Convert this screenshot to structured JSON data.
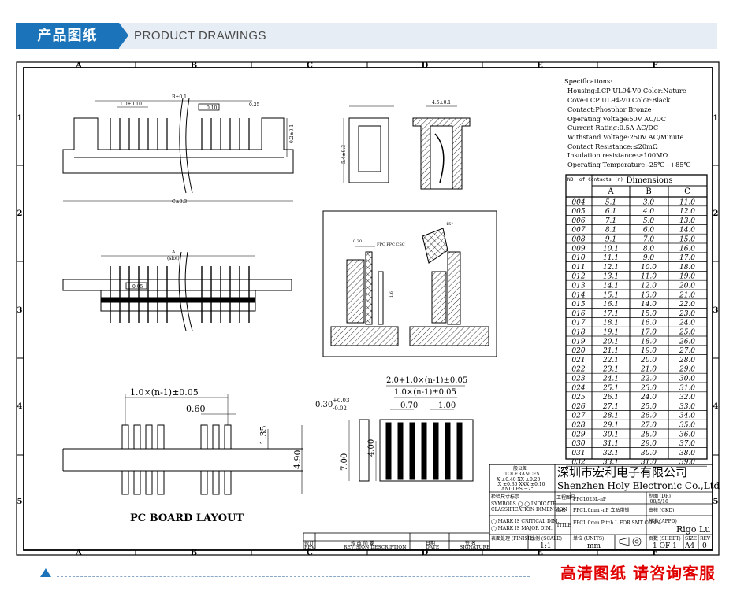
{
  "header": {
    "tag": "产品图纸",
    "title": "PRODUCT DRAWINGS"
  },
  "grid": {
    "cols": [
      "A",
      "B",
      "C",
      "D",
      "E",
      "F"
    ],
    "rows": [
      "1",
      "2",
      "3",
      "4",
      "5"
    ]
  },
  "specs": {
    "heading": "Specifications:",
    "lines": [
      "Housing:LCP UL94-V0 Color:Nature",
      "Cove:LCP UL94-V0 Color:Black",
      "Contact:Phosphor Bronze",
      "Operating Voltage:50V AC/DC",
      "Current Rating:0.5A AC/DC",
      "Withstand Voltage:250V AC/Minute",
      "Contact Resistance:≤20mΩ",
      "Insulation resistance:≥100MΩ",
      "Operating Temperature:-25℃~+85℃"
    ]
  },
  "table": {
    "col_no": "NO. of Contacts (n)",
    "dims_header": "Dimensions",
    "col_a": "A",
    "col_b": "B",
    "col_c": "C",
    "rows": [
      [
        "004",
        "5.1",
        "3.0",
        "11.0"
      ],
      [
        "005",
        "6.1",
        "4.0",
        "12.0"
      ],
      [
        "006",
        "7.1",
        "5.0",
        "13.0"
      ],
      [
        "007",
        "8.1",
        "6.0",
        "14.0"
      ],
      [
        "008",
        "9.1",
        "7.0",
        "15.0"
      ],
      [
        "009",
        "10.1",
        "8.0",
        "16.0"
      ],
      [
        "010",
        "11.1",
        "9.0",
        "17.0"
      ],
      [
        "011",
        "12.1",
        "10.0",
        "18.0"
      ],
      [
        "012",
        "13.1",
        "11.0",
        "19.0"
      ],
      [
        "013",
        "14.1",
        "12.0",
        "20.0"
      ],
      [
        "014",
        "15.1",
        "13.0",
        "21.0"
      ],
      [
        "015",
        "16.1",
        "14.0",
        "22.0"
      ],
      [
        "016",
        "17.1",
        "15.0",
        "23.0"
      ],
      [
        "017",
        "18.1",
        "16.0",
        "24.0"
      ],
      [
        "018",
        "19.1",
        "17.0",
        "25.0"
      ],
      [
        "019",
        "20.1",
        "18.0",
        "26.0"
      ],
      [
        "020",
        "21.1",
        "19.0",
        "27.0"
      ],
      [
        "021",
        "22.1",
        "20.0",
        "28.0"
      ],
      [
        "022",
        "23.1",
        "21.0",
        "29.0"
      ],
      [
        "023",
        "24.1",
        "22.0",
        "30.0"
      ],
      [
        "024",
        "25.1",
        "23.0",
        "31.0"
      ],
      [
        "025",
        "26.1",
        "24.0",
        "32.0"
      ],
      [
        "026",
        "27.1",
        "25.0",
        "33.0"
      ],
      [
        "027",
        "28.1",
        "26.0",
        "34.0"
      ],
      [
        "028",
        "29.1",
        "27.0",
        "35.0"
      ],
      [
        "029",
        "30.1",
        "28.0",
        "36.0"
      ],
      [
        "030",
        "31.1",
        "29.0",
        "37.0"
      ],
      [
        "031",
        "32.1",
        "30.0",
        "38.0"
      ],
      [
        "032",
        "33.1",
        "31.0",
        "39.0"
      ]
    ]
  },
  "dims": {
    "b_pm": "B±0.1",
    "pitch": "1.0±0.10",
    "flat": "0.10",
    "t025": "0.25",
    "h02": "0.2±0.1",
    "c_pm": "C±0.3",
    "w45": "4.5±0.1",
    "h54": "5.4±0.3",
    "a_slot": "A",
    "slot": "(slot)",
    "f005": "0.05",
    "fpc_text": "FPC  FPC  CSC",
    "d030": "0.30",
    "d16": "1.6",
    "d15": "15°",
    "pcb_pitch": "1.0×(n-1)±0.05",
    "pcb_060": "0.60",
    "pcb_135": "1.35",
    "pcb_490": "4.90",
    "pcb_title": "PC BOARD LAYOUT",
    "fpc_total": "2.0+1.0×(n-1)±0.05",
    "fpc_pitch": "1.0×(n-1)±0.05",
    "fpc_070": "0.70",
    "fpc_100": "1.00",
    "fpc_030": "0.30",
    "fpc_tol_up": "+0.03",
    "fpc_tol_dn": "-0.02",
    "fpc_700": "7.00",
    "fpc_400": "4.00"
  },
  "titleblock": {
    "tol_cn": "一般公差",
    "tol_en": "TOLERANCES",
    "tol_l1": "X  ±0.40    XX  ±0.20",
    "tol_l2": ".X ±0.30   XXX  ±0.10",
    "tol_l3": "ANGLES     ±2°",
    "sym_cn": "检验尺寸标示",
    "sym_l1": "SYMBOLS ◯ ◯ INDICATE",
    "sym_l2": "CLASSIFICATION DIMENSION",
    "mark1": "◯ MARK IS CRITICAL DIM.",
    "mark2": "◯ MARK IS MAJOR DIM.",
    "company_cn": "深圳市宏利电子有限公司",
    "company_en": "Shenzhen Holy Electronic Co.,Ltd",
    "pn_lbl": "工程图号",
    "pn_val": "FPC1025L-nP",
    "dr_lbl": "制图 (DR)",
    "dr_val": "'08/5/16",
    "name_lbl": "品名",
    "name_val": "FPC1.0mm -nP 立贴带锁",
    "ckd_lbl": "审核 (CKD)",
    "title_lbl": "TITLE",
    "title_val": "FPC1.0mm Pitch L FOR SMT  CONN",
    "appd_lbl": "核准 (APPD)",
    "appd_val": "Rigo Lu",
    "finish_lbl": "表面处理 (FINISH)",
    "scale_lbl": "比例 (SCALE)",
    "scale_val": "1:1",
    "units_lbl": "单位 (UNITS)",
    "units_val": "mm",
    "sheet_lbl": "页数 (SHEET)",
    "sheet_val": "1 OF 1",
    "size_lbl": "SIZE",
    "size_val": "A4",
    "rev_lbl": "REV",
    "rev_val": "0",
    "rev_desc": "修  改  简  要",
    "rev_desc_en": "REVISION  DESCRIPTION",
    "rev_date": "日期",
    "rev_date_en": "DATE",
    "rev_sig": "签  名",
    "rev_sig_en": "SIGNATURE",
    "rev_no": "修订",
    "rev_no_en": "REV."
  },
  "footer": {
    "cta": "高清图纸 请咨询客服"
  }
}
